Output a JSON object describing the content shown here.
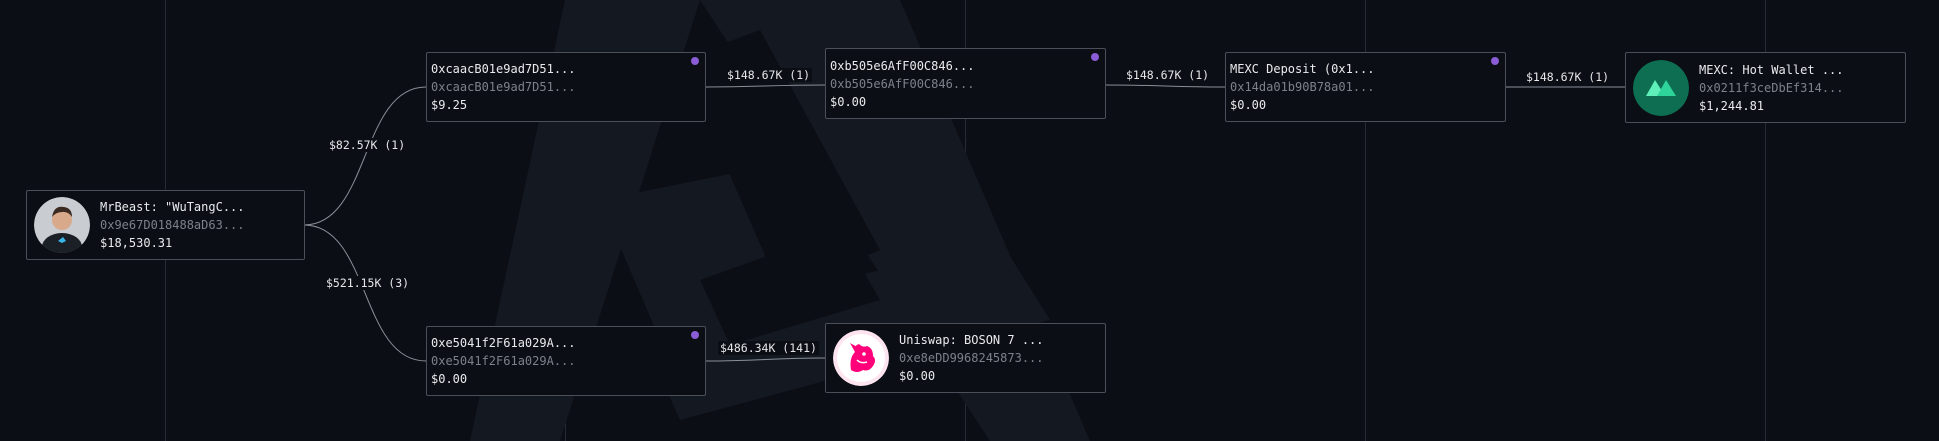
{
  "nodes": {
    "mrbeast": {
      "name": "MrBeast: \"WuTangC...",
      "address": "0x9e67D018488aD63...",
      "balance": "$18,530.31"
    },
    "caac": {
      "name": "0xcaacB01e9ad7D51...",
      "address": "0xcaacB01e9ad7D51...",
      "balance": "$9.25"
    },
    "b505": {
      "name": "0xb505e6AfF00C846...",
      "address": "0xb505e6AfF00C846...",
      "balance": "$0.00"
    },
    "mexc_deposit": {
      "name": "MEXC Deposit (0x1...",
      "address": "0x14da01b90B78a01...",
      "balance": "$0.00"
    },
    "mexc_hot": {
      "name": "MEXC: Hot Wallet ...",
      "address": "0x0211f3ceDbEf314...",
      "balance": "$1,244.81"
    },
    "e504": {
      "name": "0xe5041f2F61a029A...",
      "address": "0xe5041f2F61a029A...",
      "balance": "$0.00"
    },
    "uniswap": {
      "name": "Uniswap: BOSON 7 ...",
      "address": "0xe8eDD9968245873...",
      "balance": "$0.00"
    }
  },
  "edges": {
    "mrbeast_caac": "$82.57K (1)",
    "mrbeast_e504": "$521.15K (3)",
    "caac_b505": "$148.67K (1)",
    "b505_mexc": "$148.67K (1)",
    "mexc_hot": "$148.67K (1)",
    "e504_uniswap": "$486.34K (141)"
  },
  "icons": {
    "mrbeast": "person-avatar",
    "mexc_hot": "mexc-logo-icon",
    "uniswap": "uniswap-unicorn-icon",
    "tracked_dot": "purple-dot-indicator"
  },
  "colors": {
    "background": "#0b0e14",
    "node_border": "#4a4f59",
    "dot": "#8a5cd6",
    "mexc": "#0d6e52",
    "uniswap": "#ff007a"
  }
}
